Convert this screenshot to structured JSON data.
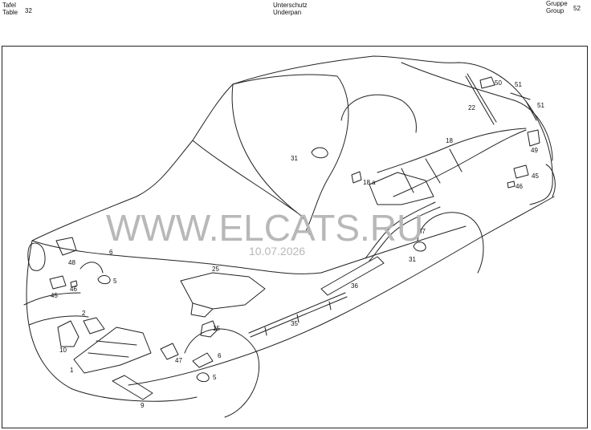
{
  "header": {
    "left_line1": "Tafel",
    "left_line2": "Table",
    "left_number": "32",
    "center_line1": "Unterschutz",
    "center_line2": "Underpan",
    "right_line1": "Gruppe",
    "right_line2": "Group",
    "right_number": "52"
  },
  "watermark": {
    "site": "WWW.ELCATS.RU",
    "date": "10.07.2026"
  },
  "parts": [
    {
      "id": "p50",
      "label": "50"
    },
    {
      "id": "p51a",
      "label": "51"
    },
    {
      "id": "p51b",
      "label": "51"
    },
    {
      "id": "p22",
      "label": "22"
    },
    {
      "id": "p18",
      "label": "18"
    },
    {
      "id": "p31a",
      "label": "31"
    },
    {
      "id": "p49",
      "label": "49"
    },
    {
      "id": "p18a",
      "label": "18 a"
    },
    {
      "id": "p45a",
      "label": "45"
    },
    {
      "id": "p46a",
      "label": "46"
    },
    {
      "id": "p37",
      "label": "37"
    },
    {
      "id": "p31b",
      "label": "31"
    },
    {
      "id": "p6a",
      "label": "6"
    },
    {
      "id": "p48",
      "label": "48"
    },
    {
      "id": "p5a",
      "label": "5"
    },
    {
      "id": "p45b",
      "label": "45"
    },
    {
      "id": "p46b",
      "label": "46"
    },
    {
      "id": "p25",
      "label": "25"
    },
    {
      "id": "p36",
      "label": "36"
    },
    {
      "id": "p2",
      "label": "2"
    },
    {
      "id": "p35",
      "label": "35"
    },
    {
      "id": "p15",
      "label": "15"
    },
    {
      "id": "p10",
      "label": "10"
    },
    {
      "id": "p1",
      "label": "1"
    },
    {
      "id": "p47",
      "label": "47"
    },
    {
      "id": "p6b",
      "label": "6"
    },
    {
      "id": "p5b",
      "label": "5"
    },
    {
      "id": "p9",
      "label": "9"
    }
  ]
}
